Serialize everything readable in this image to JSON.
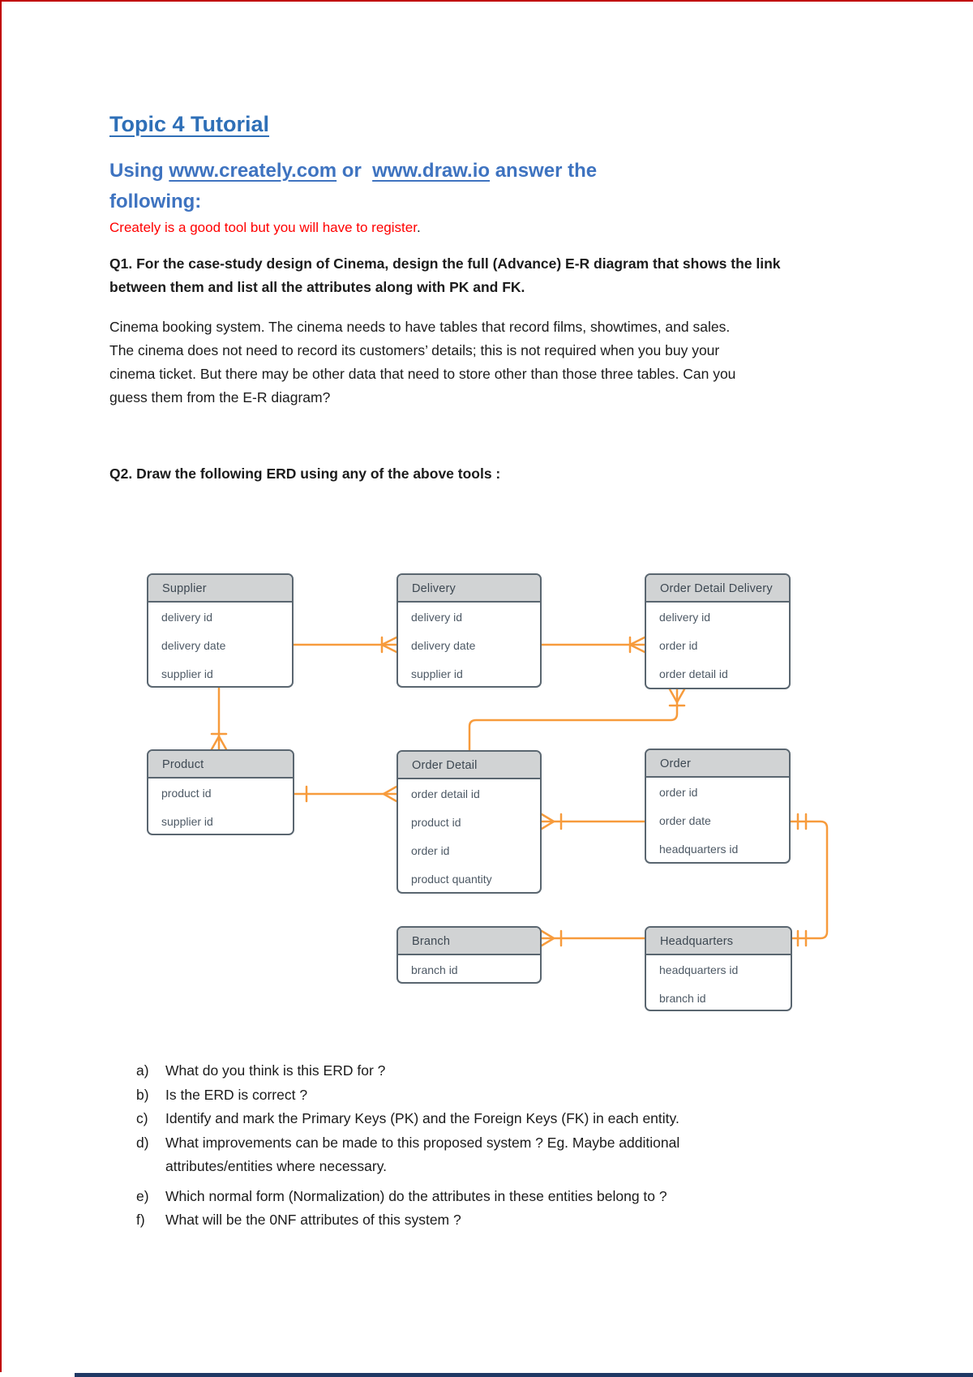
{
  "page": {
    "title": "Topic 4 Tutorial",
    "heading": {
      "part1": "Using ",
      "link1": "www.creately.com",
      "part2": " or ",
      "link2": "www.draw.io",
      "part3": " answer the",
      "line2": "following:"
    },
    "note": "Creately is a good tool but you will have to register",
    "note_period": ".",
    "q1_lines": [
      "Q1. For the case-study design of Cinema, design the full (Advance) E-R diagram that shows the link",
      "between them and list all the attributes along with PK and FK."
    ],
    "paragraph_lines": [
      "Cinema booking system. The cinema needs to have tables that record films, showtimes, and sales.",
      "The cinema does not need to record its customers’ details; this is not required when you buy your",
      "cinema ticket. But there may be other data that need to store other than those three tables. Can you",
      "guess them from the E-R diagram?"
    ],
    "q2": "Q2. Draw the following ERD using any of the above tools :",
    "questions": [
      {
        "label": "a)",
        "text": "What do you think is this ERD for ?"
      },
      {
        "label": "b)",
        "text": "Is the ERD is correct ?"
      },
      {
        "label": "c)",
        "text": "Identify and mark the Primary Keys (PK) and the Foreign Keys (FK) in each entity."
      },
      {
        "label": "d)",
        "line1": "What improvements can be made to this proposed system ? Eg. Maybe additional",
        "line2": "attributes/entities where necessary."
      },
      {
        "label": "e)",
        "text": "Which normal form (Normalization) do the attributes in these entities belong to ?"
      },
      {
        "label": "f)",
        "text": "What will be the 0NF attributes of this system ?"
      }
    ]
  },
  "erd": {
    "entities": [
      {
        "name": "Supplier",
        "attributes": [
          "delivery id",
          "delivery date",
          "supplier id"
        ]
      },
      {
        "name": "Delivery",
        "attributes": [
          "delivery id",
          "delivery date",
          "supplier id"
        ]
      },
      {
        "name": "Order Detail Delivery",
        "attributes": [
          "delivery id",
          "order id",
          "order detail id"
        ]
      },
      {
        "name": "Product",
        "attributes": [
          "product id",
          "supplier id"
        ]
      },
      {
        "name": "Order Detail",
        "attributes": [
          "order detail id",
          "product id",
          "order id",
          "product quantity"
        ]
      },
      {
        "name": "Order",
        "attributes": [
          "order id",
          "order date",
          "headquarters id"
        ]
      },
      {
        "name": "Branch",
        "attributes": [
          "branch id"
        ]
      },
      {
        "name": "Headquarters",
        "attributes": [
          "headquarters id",
          "branch id"
        ]
      }
    ],
    "relationships": [
      {
        "from": "Supplier",
        "to": "Delivery",
        "notation": "crow-foot-with-tick at Delivery"
      },
      {
        "from": "Delivery",
        "to": "Order Detail Delivery",
        "notation": "crow-foot-with-tick at Order Detail Delivery"
      },
      {
        "from": "Supplier",
        "to": "Product",
        "notation": "crow-foot-with-tick at Product"
      },
      {
        "from": "Order Detail Delivery",
        "to": "Order Detail",
        "notation": "crow-foot-with-tick at Order Detail Delivery"
      },
      {
        "from": "Product",
        "to": "Order Detail",
        "notation": "tick at Product, crow-foot at Order Detail"
      },
      {
        "from": "Order",
        "to": "Order Detail",
        "notation": "crow-foot-with-tick at Order Detail"
      },
      {
        "from": "Headquarters",
        "to": "Branch",
        "notation": "crow-foot-with-tick at Branch"
      },
      {
        "from": "Order",
        "to": "Headquarters",
        "notation": "double-tick both ends (one-to-one)"
      }
    ]
  },
  "colors": {
    "title_blue": "#2E6FB7",
    "heading_blue": "#3E73C0",
    "note_red": "#FF0000",
    "connector_orange": "#F79B3C",
    "entity_header_fill": "#D1D3D4",
    "entity_border": "#5A6670",
    "edge_red": "#C00000",
    "edge_navy": "#1F3864"
  }
}
